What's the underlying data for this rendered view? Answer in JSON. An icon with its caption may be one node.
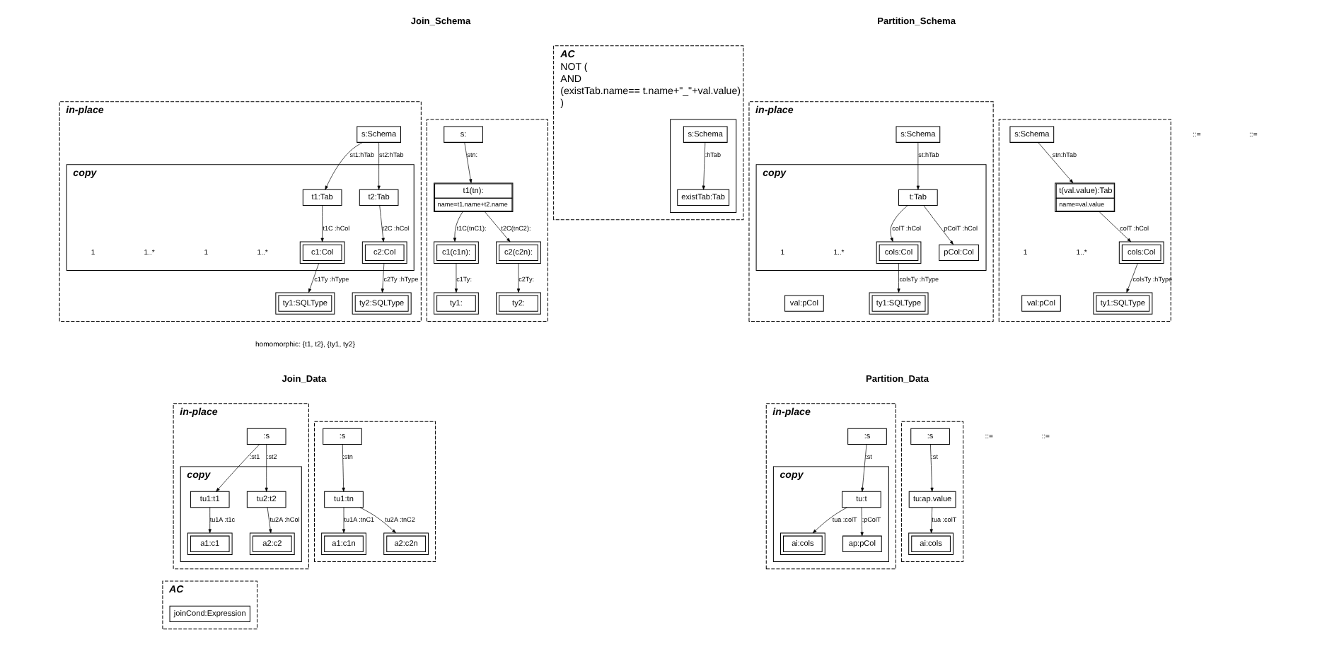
{
  "diagram": {
    "nodes": [
      {
        "text": [
          "in-place"
        ]
      },
      {
        "text": [
          "s:Schema"
        ],
        "in": 0
      },
      {
        "text": [
          "copy"
        ],
        "in": 0
      },
      {
        "text": [
          "t1:Tab"
        ],
        "in": 2
      },
      {
        "text": [
          "t2:Tab"
        ],
        "in": 2
      },
      {
        "text": [
          "c1:Col"
        ],
        "in": 2
      },
      {
        "text": [
          "c2:Col"
        ],
        "in": 2
      },
      {
        "text": [
          "ty1:SQLType"
        ],
        "in": 0
      },
      {
        "text": [
          "ty2:SQLType"
        ],
        "in": 0
      },
      {
        "text": [],
        "shape": "box"
      },
      {
        "text": [
          "s:"
        ],
        "in": 9
      },
      {
        "text": [
          "t1(tn):",
          "name=t1.name+t2.name"
        ],
        "in": 9
      },
      {
        "text": [
          "c1(c1n):"
        ],
        "in": 9
      },
      {
        "text": [
          "c2(c2n):"
        ],
        "in": 9
      },
      {
        "text": [
          "ty1:"
        ],
        "in": 9
      },
      {
        "text": [
          "ty2:"
        ],
        "in": 9
      },
      {
        "text": [
          "AC",
          "NOT (",
          "AND",
          "(existTab.name== t.name+\"_\"+val.value)",
          ")"
        ]
      },
      {
        "text": [],
        "shape": "box",
        "in": 16
      },
      {
        "text": [
          "s:Schema"
        ],
        "in": 17
      },
      {
        "text": [
          "existTab:Tab"
        ],
        "in": 17
      },
      {
        "text": [
          "in-place"
        ]
      },
      {
        "text": [
          "s:Schema"
        ],
        "in": 20
      },
      {
        "text": [
          "copy"
        ],
        "in": 20
      },
      {
        "text": [
          "t:Tab"
        ],
        "in": 22
      },
      {
        "text": [
          "cols:Col"
        ],
        "in": 22
      },
      {
        "text": [
          "pCol:Col"
        ],
        "in": 22
      },
      {
        "text": [
          "ty1:SQLType"
        ],
        "in": 20
      },
      {
        "text": [
          "val:pCol"
        ],
        "in": 20
      },
      {
        "text": [],
        "shape": "box"
      },
      {
        "text": [
          "s:Schema"
        ],
        "in": 28
      },
      {
        "text": [
          "t(val.value):Tab",
          "name=val.value"
        ],
        "in": 28
      },
      {
        "text": [
          "cols:Col"
        ],
        "in": 28
      },
      {
        "text": [
          "ty1:SQLType"
        ],
        "in": 28
      },
      {
        "text": [
          "val:pCol"
        ],
        "in": 28
      },
      {
        "text": [
          "in-place"
        ]
      },
      {
        "text": [
          ":s"
        ],
        "in": 34
      },
      {
        "text": [
          "copy"
        ],
        "in": 34
      },
      {
        "text": [
          "tu1:t1"
        ],
        "in": 36
      },
      {
        "text": [
          "tu2:t2"
        ],
        "in": 36
      },
      {
        "text": [
          "a1:c1"
        ],
        "in": 36
      },
      {
        "text": [
          "a2:c2"
        ],
        "in": 36
      },
      {
        "text": [],
        "shape": "box"
      },
      {
        "text": [
          ":s"
        ],
        "in": 41
      },
      {
        "text": [
          "tu1:tn"
        ],
        "in": 41
      },
      {
        "text": [
          "a1:c1n"
        ],
        "in": 41
      },
      {
        "text": [
          "a2:c2n"
        ],
        "in": 41
      },
      {
        "text": [
          "AC"
        ]
      },
      {
        "text": [
          "joinCond:Expression"
        ],
        "in": 46
      },
      {
        "text": [
          "in-place"
        ]
      },
      {
        "text": [
          ":s"
        ],
        "in": 48
      },
      {
        "text": [
          "copy"
        ],
        "in": 48
      },
      {
        "text": [
          "tu:t"
        ],
        "in": 50
      },
      {
        "text": [
          "ai:cols"
        ],
        "in": 50
      },
      {
        "text": [
          "ap:pCol"
        ],
        "in": 50
      },
      {
        "text": [],
        "shape": "box"
      },
      {
        "text": [
          ":s"
        ],
        "in": 54
      },
      {
        "text": [
          "tu:ap.value"
        ],
        "in": 54
      },
      {
        "text": [
          "ai:cols"
        ],
        "in": 54
      }
    ],
    "edges": [
      {
        "from": 1,
        "to": 3,
        "arrow": "to",
        "label": "st1:hTab"
      },
      {
        "from": 1,
        "to": 4,
        "arrow": "to",
        "label": "st2:hTab"
      },
      {
        "from": 3,
        "to": 5,
        "arrow": "to",
        "label": "t1C :hCol"
      },
      {
        "from": 4,
        "to": 6,
        "arrow": "to",
        "label": "t2C :hCol"
      },
      {
        "from": 5,
        "to": 7,
        "arrow": "to",
        "label": "c1Ty :hType"
      },
      {
        "from": 6,
        "to": 8,
        "arrow": "to",
        "label": "c2Ty :hType"
      },
      {
        "from": 10,
        "to": 11,
        "arrow": "to",
        "label": "stn:"
      },
      {
        "from": 11,
        "to": 12,
        "arrow": "to",
        "label": "t1C(tnC1):"
      },
      {
        "from": 11,
        "to": 13,
        "arrow": "to",
        "label": "t2C(tnC2):"
      },
      {
        "from": 12,
        "to": 14,
        "arrow": "to",
        "label": "c1Ty:"
      },
      {
        "from": 13,
        "to": 15,
        "arrow": "to",
        "label": "c2Ty:"
      },
      {
        "from": 18,
        "to": 19,
        "arrow": "to",
        "label": ":hTab"
      },
      {
        "from": 21,
        "to": 23,
        "arrow": "to",
        "label": "st:hTab"
      },
      {
        "from": 23,
        "to": 24,
        "arrow": "to",
        "label": "colT :hCol"
      },
      {
        "from": 23,
        "to": 25,
        "arrow": "to",
        "label": "pColT :hCol"
      },
      {
        "from": 24,
        "to": 26,
        "arrow": "to",
        "label": "colsTy :hType"
      },
      {
        "from": 29,
        "to": 30,
        "arrow": "to",
        "label": "stn:hTab"
      },
      {
        "from": 30,
        "to": 31,
        "arrow": "to",
        "label": "colT :hCol"
      },
      {
        "from": 31,
        "to": 32,
        "arrow": "to",
        "label": "colsTy :hType"
      },
      {
        "from": 35,
        "to": 37,
        "arrow": "to",
        "label": ":st1"
      },
      {
        "from": 35,
        "to": 38,
        "arrow": "to",
        "label": ":st2"
      },
      {
        "from": 37,
        "to": 39,
        "arrow": "to",
        "label": "tu1A :t1c"
      },
      {
        "from": 38,
        "to": 40,
        "arrow": "to",
        "label": "tu2A :hCol"
      },
      {
        "from": 42,
        "to": 43,
        "arrow": "to",
        "label": ":stn"
      },
      {
        "from": 43,
        "to": 44,
        "arrow": "to",
        "label": "tu1A :tnC1"
      },
      {
        "from": 43,
        "to": 45,
        "arrow": "to",
        "label": "tu2A :tnC2"
      },
      {
        "from": 49,
        "to": 51,
        "arrow": "to",
        "label": ":st"
      },
      {
        "from": 51,
        "to": 52,
        "arrow": "to",
        "label": "tua :colT"
      },
      {
        "from": 51,
        "to": 53,
        "arrow": "to",
        "label": ":pColT"
      },
      {
        "from": 55,
        "to": 56,
        "arrow": "to",
        "label": ":st"
      },
      {
        "from": 56,
        "to": 57,
        "arrow": "to",
        "label": "tua :colT"
      }
    ],
    "labels": [
      "Join_Schema",
      "1..*",
      "1",
      "1..*",
      "1",
      "::=",
      "homomorphic: {t1, t2}, {ty1, ty2}",
      "Partition_Schema",
      "1..*",
      "1",
      "::=",
      "1..*",
      "1",
      "Join_Data",
      "::=",
      "Partition_Data",
      "::="
    ]
  }
}
